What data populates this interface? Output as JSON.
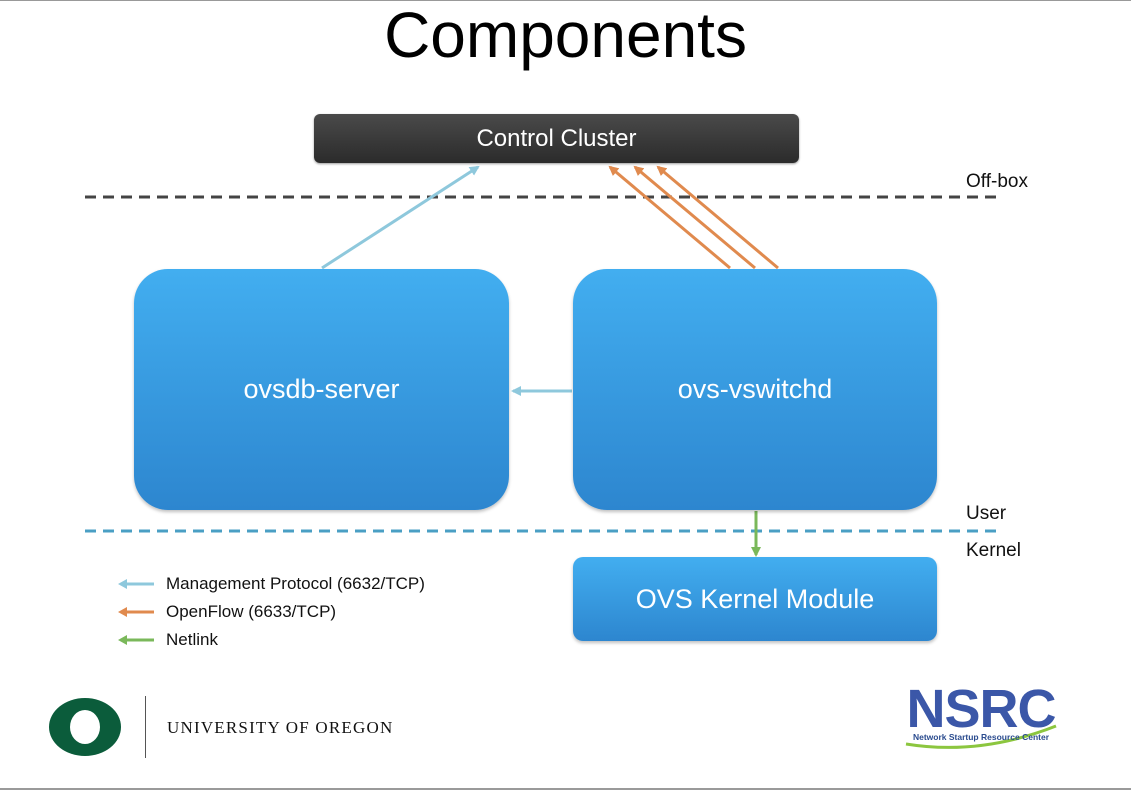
{
  "title": "Components",
  "nodes": {
    "control_cluster": "Control Cluster",
    "ovsdb_server": "ovsdb-server",
    "ovs_vswitchd": "ovs-vswitchd",
    "kernel_module": "OVS Kernel Module"
  },
  "boundaries": {
    "off_box": "Off-box",
    "user": "User",
    "kernel": "Kernel"
  },
  "legend": [
    {
      "label": "Management Protocol (6632/TCP)",
      "color": "#8ec8dc"
    },
    {
      "label": "OpenFlow (6633/TCP)",
      "color": "#e08a4e"
    },
    {
      "label": "Netlink",
      "color": "#7ab85a"
    }
  ],
  "logos": {
    "university": "UNIVERSITY OF OREGON",
    "nsrc": "NSRC",
    "nsrc_subtitle": "Network Startup Resource Center"
  },
  "colors": {
    "box_blue": "#3a9fe6",
    "cluster_dark": "#333333",
    "management": "#8ec8dc",
    "openflow": "#e08a4e",
    "netlink": "#7ab85a",
    "uo_green": "#0b5c3b",
    "nsrc_blue": "#3b57a8",
    "nsrc_green": "#8cc63f"
  }
}
